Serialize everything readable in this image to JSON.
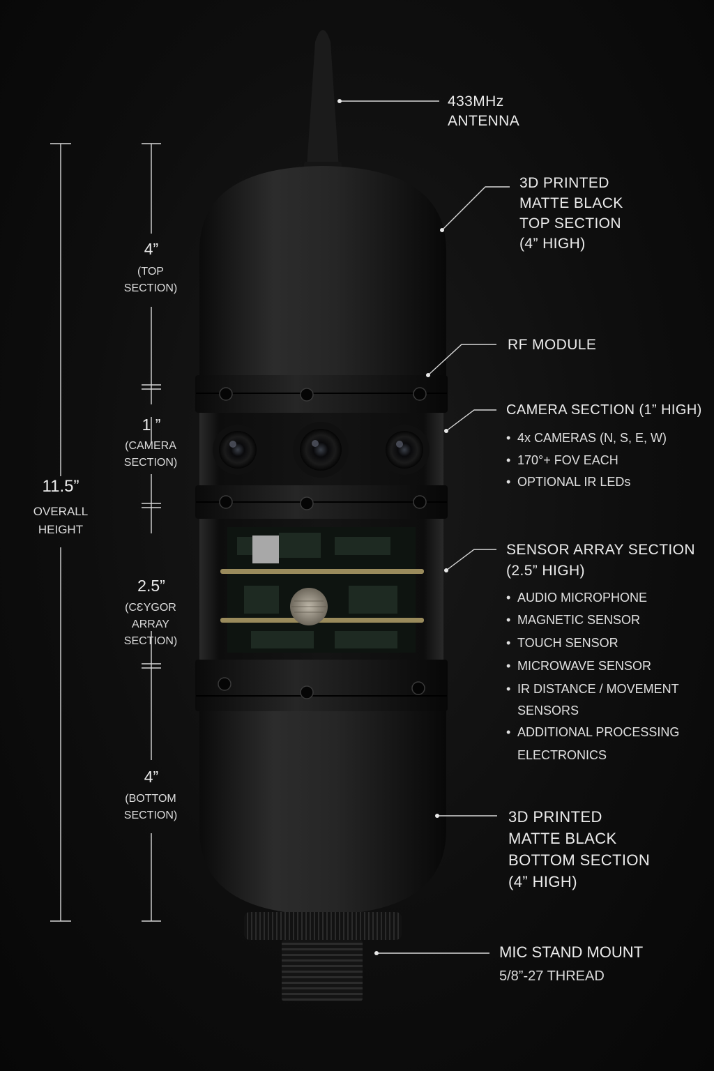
{
  "callouts": {
    "antenna": [
      "433MHz",
      "ANTENNA"
    ],
    "top": [
      "3D PRINTED",
      "MATTE BLACK",
      "TOP SECTION",
      "(4” HIGH)"
    ],
    "rf": "RF MODULE",
    "camera": {
      "title": "CAMERA SECTION (1” HIGH)",
      "bullets": [
        "4x CAMERAS (N, S, E, W)",
        "170°+ FOV EACH",
        "OPTIONAL IR LEDs"
      ]
    },
    "sensor": {
      "title": [
        "SENSOR ARRAY SECTION",
        "(2.5” HIGH)"
      ],
      "bullets": [
        "AUDIO MICROPHONE",
        "MAGNETIC SENSOR",
        "TOUCH SENSOR",
        "MICROWAVE SENSOR",
        "IR DISTANCE / MOVEMENT",
        "SENSORS",
        "ADDITIONAL PROCESSING",
        "ELECTRONICS"
      ]
    },
    "bottom": [
      "3D PRINTED",
      "MATTE BLACK",
      "BOTTOM SECTION",
      "(4” HIGH)"
    ],
    "mount": [
      "MIC STAND MOUNT",
      "5/8”-27 THREAD"
    ]
  },
  "dimensions": {
    "top": {
      "value": "4”",
      "caption": [
        "(TOP",
        "SECTION)"
      ]
    },
    "camera": {
      "value": "1 ”",
      "caption": [
        "(CAMERA",
        "SECTION)"
      ]
    },
    "sensor": {
      "value": "2.5”",
      "caption": [
        "(CƐYGOR ARRAY",
        "SECTION)"
      ]
    },
    "bottom": {
      "value": "4”",
      "caption": [
        "(BOTTOM",
        "SECTION)"
      ]
    },
    "overall": {
      "value": "11.5”",
      "caption": [
        "OVERALL",
        "HEIGHT"
      ]
    }
  },
  "colors": {
    "background": "#0c0c0c",
    "text": "#ececec",
    "body": "#1c1c1c",
    "line": "#d8d8d8"
  }
}
